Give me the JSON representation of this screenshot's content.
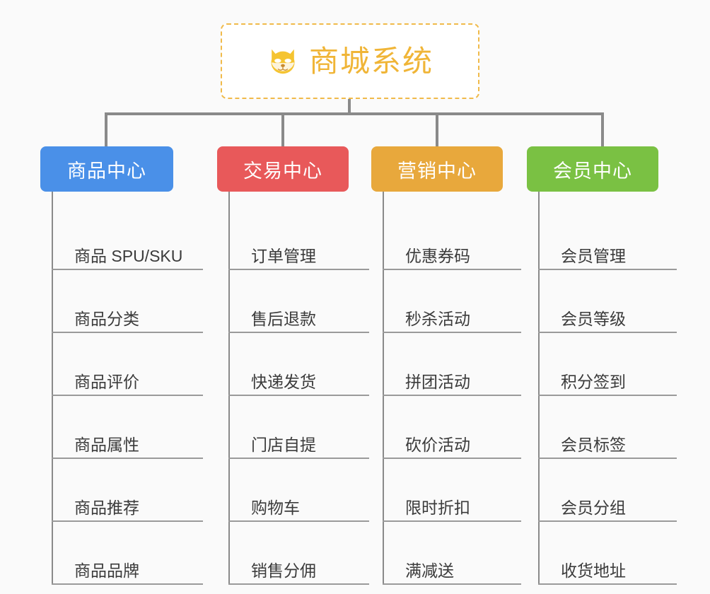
{
  "page": {
    "background_color": "#fafafa",
    "title": "商城系统"
  },
  "root": {
    "label": "商城系统",
    "icon": "dog-face-icon",
    "emoji": "🐶",
    "border_color": "#f0ba4a",
    "text_color": "#f0b537",
    "fill_color": "#ffffff",
    "border_style": "dashed"
  },
  "connector": {
    "color": "#8a8a8a"
  },
  "branches": [
    {
      "label": "商品中心",
      "color": "#4a90e8",
      "items": [
        "商品 SPU/SKU",
        "商品分类",
        "商品评价",
        "商品属性",
        "商品推荐",
        "商品品牌"
      ]
    },
    {
      "label": "交易中心",
      "color": "#e8595a",
      "items": [
        "订单管理",
        "售后退款",
        "快递发货",
        "门店自提",
        "购物车",
        "销售分佣"
      ]
    },
    {
      "label": "营销中心",
      "color": "#e8a83c",
      "items": [
        "优惠券码",
        "秒杀活动",
        "拼团活动",
        "砍价活动",
        "限时折扣",
        "满减送"
      ]
    },
    {
      "label": "会员中心",
      "color": "#7ac143",
      "items": [
        "会员管理",
        "会员等级",
        "积分签到",
        "会员标签",
        "会员分组",
        "收货地址"
      ]
    }
  ]
}
